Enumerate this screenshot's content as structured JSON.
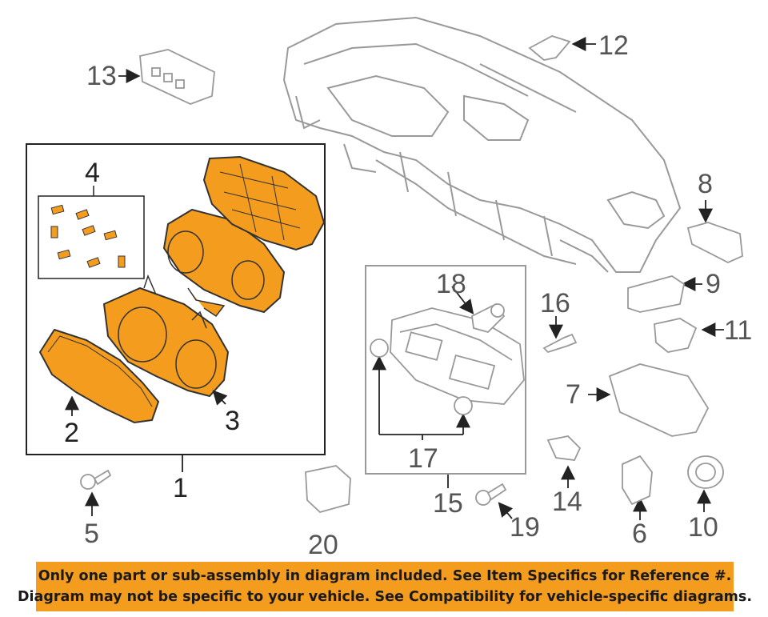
{
  "callouts": {
    "c1": "1",
    "c2": "2",
    "c3": "3",
    "c4": "4",
    "c5": "5",
    "c6": "6",
    "c7": "7",
    "c8": "8",
    "c9": "9",
    "c10": "10",
    "c11": "11",
    "c12": "12",
    "c13": "13",
    "c14": "14",
    "c15": "15",
    "c16": "16",
    "c17": "17",
    "c18": "18",
    "c19": "19",
    "c20": "20"
  },
  "banner": {
    "line1": "Only one part or sub-assembly in diagram included. See Item Specifics for Reference #.",
    "line2": "Diagram may not be specific to your vehicle. See Compatibility for vehicle-specific diagrams."
  },
  "colors": {
    "highlight": "#f39c1e",
    "outline": "#333333",
    "line": "#999999",
    "banner_bg": "#f39c1e"
  }
}
